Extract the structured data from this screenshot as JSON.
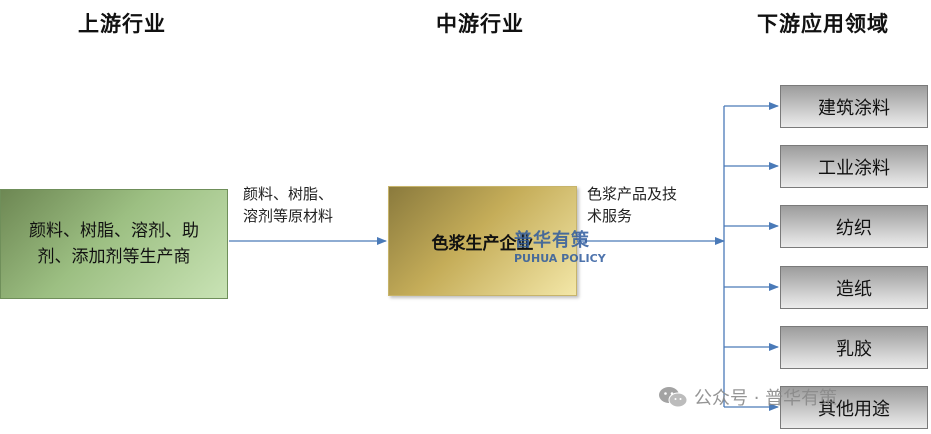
{
  "headers": {
    "upstream": "上游行业",
    "midstream": "中游行业",
    "downstream": "下游应用领域"
  },
  "upstream_box": "颜料、树脂、溶剂、助剂、添加剂等生产商",
  "upstream_arrow_label": {
    "line1": "颜料、树脂、",
    "line2": "溶剂等原材料"
  },
  "midstream_box": "色浆生产企业",
  "midstream_arrow_label": {
    "line1": "色浆产品及技",
    "line2": "术服务"
  },
  "downstream_items": [
    "建筑涂料",
    "工业涂料",
    "纺织",
    "造纸",
    "乳胶",
    "其他用途"
  ],
  "watermark": {
    "cn": "普华有策",
    "en": "PUHUA POLICY"
  },
  "footer": "公众号 · 普华有策",
  "colors": {
    "arrow": "#4a7ab8",
    "upstream_fill": "#9cbf82",
    "midstream_fill": "#c5ad59",
    "downstream_fill": "#c4c4c4",
    "watermark": "#2f5b9e"
  }
}
